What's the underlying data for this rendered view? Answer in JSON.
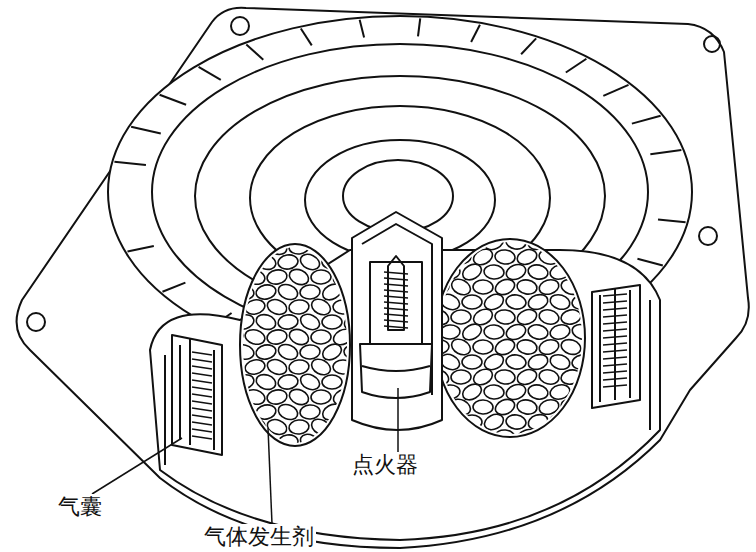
{
  "diagram": {
    "labels": [
      "气囊",
      "气体发生剂",
      "点火器"
    ]
  }
}
